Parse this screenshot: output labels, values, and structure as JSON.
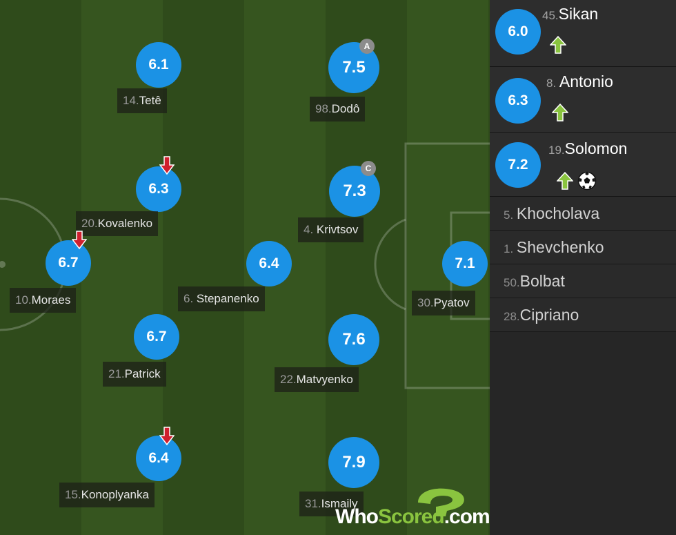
{
  "pitch_players": [
    {
      "id": "tete",
      "rating": "6.1",
      "number": "14.",
      "name": "Tetê"
    },
    {
      "id": "dodo",
      "rating": "7.5",
      "number": "98.",
      "name": "Dodô",
      "badge": "A"
    },
    {
      "id": "kovalenko",
      "rating": "6.3",
      "number": "20.",
      "name": "Kovalenko",
      "subbed_off": true
    },
    {
      "id": "krivtsov",
      "rating": "7.3",
      "number": "4. ",
      "name": "Krivtsov",
      "badge": "C"
    },
    {
      "id": "moraes",
      "rating": "6.7",
      "number": "10.",
      "name": "Moraes",
      "subbed_off": true
    },
    {
      "id": "stepanenko",
      "rating": "6.4",
      "number": "6. ",
      "name": "Stepanenko"
    },
    {
      "id": "pyatov",
      "rating": "7.1",
      "number": "30.",
      "name": "Pyatov"
    },
    {
      "id": "patrick",
      "rating": "6.7",
      "number": "21.",
      "name": "Patrick"
    },
    {
      "id": "matvyenko",
      "rating": "7.6",
      "number": "22.",
      "name": "Matvyenko"
    },
    {
      "id": "konoplyanka",
      "rating": "6.4",
      "number": "15.",
      "name": "Konoplyanka",
      "subbed_off": true
    },
    {
      "id": "ismaily",
      "rating": "7.9",
      "number": "31.",
      "name": "Ismaily"
    }
  ],
  "substitutes_used": [
    {
      "rating": "6.0",
      "number": "45.",
      "name": "Sikan",
      "subbed_on": true,
      "goal": false
    },
    {
      "rating": "6.3",
      "number": "8. ",
      "name": "Antonio",
      "subbed_on": true,
      "goal": false
    },
    {
      "rating": "7.2",
      "number": "19.",
      "name": "Solomon",
      "subbed_on": true,
      "goal": true
    }
  ],
  "bench": [
    {
      "number": "5. ",
      "name": "Khocholava"
    },
    {
      "number": "1. ",
      "name": "Shevchenko"
    },
    {
      "number": "50.",
      "name": "Bolbat"
    },
    {
      "number": "28.",
      "name": "Cipriano"
    }
  ],
  "logo": {
    "part1": "Who",
    "part2": "Scored",
    "part3": ".com"
  },
  "colors": {
    "rating_circle": "#1b92e5",
    "pitch_dark": "#2f4b1b",
    "pitch_light": "#36551f",
    "sub_on_arrow": "#8ac43f",
    "sub_off_arrow": "#d0202e",
    "logo_green": "#8ac43f",
    "badge": "#8c8c8c"
  },
  "icons": {
    "sub_on": "green-up-arrow-icon",
    "sub_off": "red-down-arrow-icon",
    "goal": "football-icon",
    "captain": "captain-badge",
    "assistant": "assist-badge"
  }
}
